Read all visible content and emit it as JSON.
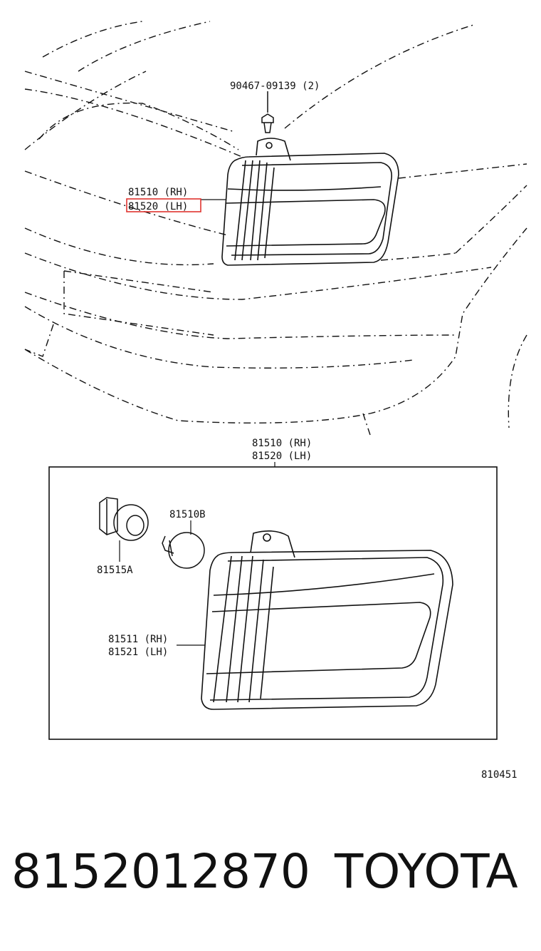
{
  "callouts": {
    "clip": "90467-09139 (2)",
    "top_rh": "81510 (RH)",
    "top_lh": "81520 (LH)",
    "box_rh": "81510 (RH)",
    "box_lh": "81520 (LH)",
    "bulb": "81510B",
    "socket": "81515A",
    "lens_rh": "81511 (RH)",
    "lens_lh": "81521 (LH)",
    "diagram_no": "810451"
  },
  "footer": {
    "part_number": "8152012870",
    "brand": "TOYOTA"
  },
  "colors": {
    "line": "#111111",
    "highlight": "#e0332f"
  }
}
